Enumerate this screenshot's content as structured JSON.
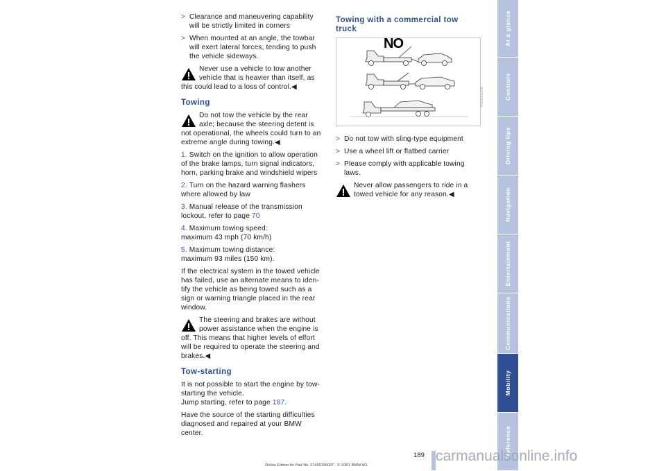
{
  "left": {
    "bullets": [
      "Clearance and maneuvering capability will be strictly limited in corners",
      "When mounted at an angle, the towbar will exert lateral forces, tending to push the vehicle sideways."
    ],
    "warning1": "Never use a vehicle to tow another vehicle that is heavier than itself, as this could lead to a loss of control.◀",
    "towing_heading": "Towing",
    "warning2": "Do not tow the vehicle by the rear axle; because the steering detent is not operational, the wheels could turn to an extreme angle during towing.◀",
    "steps": [
      {
        "n": "1.",
        "text": "Switch on the ignition to allow operation of the brake lamps, turn signal indicators, horn, parking brake and windshield wipers"
      },
      {
        "n": "2.",
        "text": "Turn on the hazard warning flashers where allowed by law"
      },
      {
        "n": "3.",
        "text": "Manual release of the transmission lockout, refer to page ",
        "ref": "70"
      },
      {
        "n": "4.",
        "text": "Maximum towing speed:\nmaximum 43 mph (70 km/h)"
      },
      {
        "n": "5.",
        "text": "Maximum towing distance:\nmaximum 93 miles (150 km)."
      }
    ],
    "electrical_para": "If the electrical system in the towed vehicle has failed, use an alternate means to iden-tify the vehicle as being towed such as a sign or warning triangle placed in the rear window.",
    "warning3": "The steering and brakes are without power assistance when the engine is off. This means that higher levels of effort will be required to operate the steering and brakes.◀",
    "towstart_heading": "Tow-starting",
    "towstart_line1": "It is not possible to start the engine by tow-starting the vehicle.",
    "towstart_line2": "Jump starting, refer to page ",
    "towstart_ref": "187",
    "towstart_line2_end": ".",
    "towstart_para2": "Have the source of the starting difficulties diagnosed and repaired at your BMW center."
  },
  "right": {
    "heading": "Towing with a commercial tow truck",
    "figure_no_label": "NO",
    "figure_code": "4NU00206",
    "bullets": [
      "Do not tow with sling-type equipment",
      "Use a wheel lift or flatbed carrier",
      "Please comply with applicable towing laws."
    ],
    "warning": "Never allow passengers to ride in a towed vehicle for any reason.◀"
  },
  "tabs": [
    {
      "label": "At a glance",
      "active": false
    },
    {
      "label": "Controls",
      "active": false
    },
    {
      "label": "Driving tips",
      "active": false
    },
    {
      "label": "Navigation",
      "active": false
    },
    {
      "label": "Entertainment",
      "active": false
    },
    {
      "label": "Communications",
      "active": false
    },
    {
      "label": "Mobility",
      "active": true
    },
    {
      "label": "Reference",
      "active": false
    }
  ],
  "page_number": "189",
  "footer": "Online Edition for Part No. 01400156097 - © 10/01 BMW AG",
  "watermark": "carmanualsonline.info",
  "colors": {
    "accent": "#2f4f94",
    "tab": "#b7c3de",
    "link": "#3a55a0"
  }
}
